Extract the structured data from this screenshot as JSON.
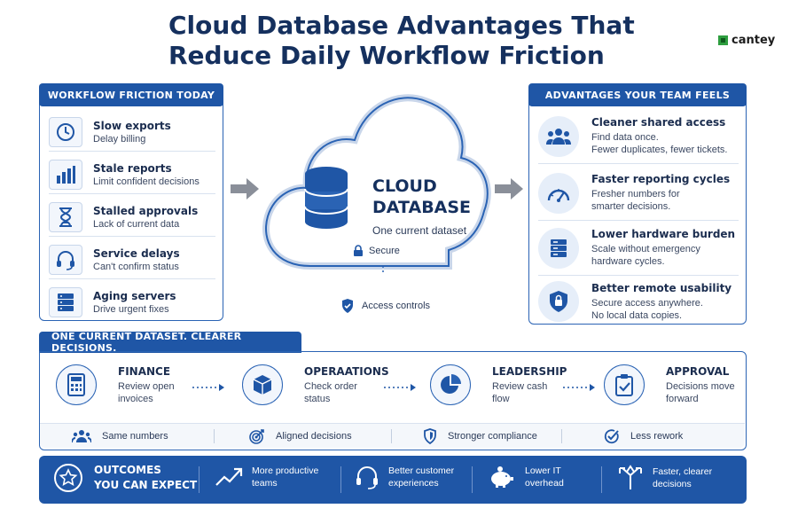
{
  "title": {
    "line1": "Cloud Database Advantages That",
    "line2": "Reduce Daily Workflow Friction"
  },
  "brand": {
    "name": "cantey"
  },
  "friction": {
    "heading": "WORKFLOW FRICTION TODAY",
    "items": [
      {
        "title": "Slow exports",
        "subtitle": "Delay billing",
        "icon": "clock-icon"
      },
      {
        "title": "Stale reports",
        "subtitle": "Limit confident decisions",
        "icon": "bar-chart-icon"
      },
      {
        "title": "Stalled approvals",
        "subtitle": "Lack of current data",
        "icon": "hourglass-icon"
      },
      {
        "title": "Service delays",
        "subtitle": "Can't confirm status",
        "icon": "headset-icon"
      },
      {
        "title": "Aging servers",
        "subtitle": "Drive urgent fixes",
        "icon": "server-icon"
      }
    ]
  },
  "cloud": {
    "title_line1": "CLOUD",
    "title_line2": "DATABASE",
    "subtitle": "One current dataset",
    "secure": "Secure",
    "access": "Access controls"
  },
  "advantages": {
    "heading": "ADVANTAGES YOUR TEAM FEELS",
    "items": [
      {
        "title": "Cleaner shared access",
        "line1": "Find data once.",
        "line2": "Fewer duplicates, fewer tickets.",
        "icon": "team-icon"
      },
      {
        "title": "Faster reporting cycles",
        "line1": "Fresher numbers for",
        "line2": "smarter decisions.",
        "icon": "gauge-icon"
      },
      {
        "title": "Lower hardware burden",
        "line1": "Scale without emergency",
        "line2": "hardware cycles.",
        "icon": "server-rack-icon"
      },
      {
        "title": "Better remote usability",
        "line1": "Secure access anywhere.",
        "line2": "No local data copies.",
        "icon": "lock-shield-icon"
      }
    ]
  },
  "dataset": {
    "heading": "ONE CURRENT DATASET. CLEARER DECISIONS.",
    "steps": [
      {
        "title": "FINANCE",
        "line1": "Review open",
        "line2": "invoices",
        "icon": "calculator-icon"
      },
      {
        "title": "OPERAATIONS",
        "line1": "Check order",
        "line2": "status",
        "icon": "box-icon"
      },
      {
        "title": "LEADERSHIP",
        "line1": "Review cash",
        "line2": "flow",
        "icon": "pie-chart-icon"
      },
      {
        "title": "APPROVAL",
        "line1": "Decisions move",
        "line2": "forward",
        "icon": "clipboard-check-icon"
      }
    ],
    "strip": [
      {
        "label": "Same numbers",
        "icon": "people-icon"
      },
      {
        "label": "Aligned decisions",
        "icon": "target-icon"
      },
      {
        "label": "Stronger compliance",
        "icon": "shield-icon"
      },
      {
        "label": "Less rework",
        "icon": "check-circle-icon"
      }
    ]
  },
  "outcomes": {
    "lead_line1": "OUTCOMES",
    "lead_line2": "YOU CAN EXPECT",
    "items": [
      {
        "line1": "More productive",
        "line2": "teams",
        "icon": "trend-up-icon"
      },
      {
        "line1": "Better customer",
        "line2": "experiences",
        "icon": "headset-icon"
      },
      {
        "line1": "Lower IT",
        "line2": "overhead",
        "icon": "piggy-bank-icon"
      },
      {
        "line1": "Faster, clearer",
        "line2": "decisions",
        "icon": "signpost-icon"
      }
    ]
  },
  "colors": {
    "primary": "#1f56a6",
    "navy": "#15305e",
    "accent": "#2a63b4",
    "light": "#e6eef9"
  }
}
